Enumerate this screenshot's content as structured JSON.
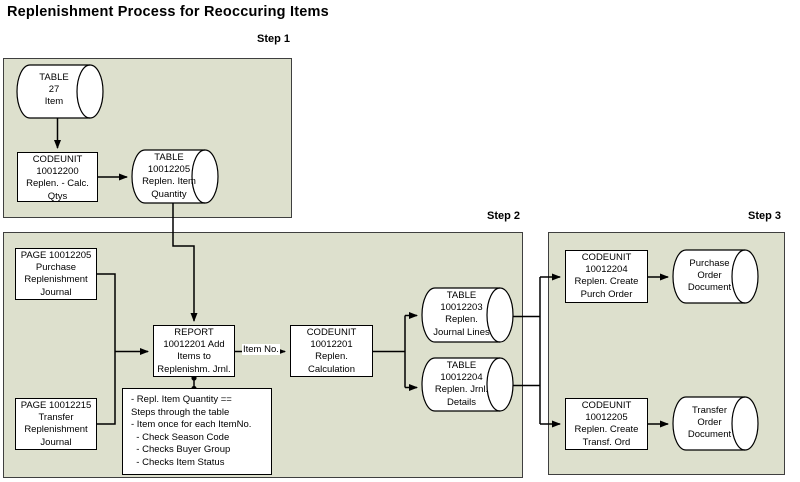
{
  "title": "Replenishment Process for Reoccuring Items",
  "groups": {
    "step1": {
      "label": "Step 1"
    },
    "step2": {
      "label": "Step 2"
    },
    "step3": {
      "label": "Step 3"
    }
  },
  "nodes": {
    "item_table": {
      "shape": "cylinder",
      "text": "TABLE\n27\nItem"
    },
    "calc_qtys": {
      "shape": "rect",
      "text": "CODEUNIT\n10012200\nReplen. - Calc.\nQtys"
    },
    "repl_item_qty": {
      "shape": "cylinder",
      "text": "TABLE\n10012205\nReplen. Item\nQuantity"
    },
    "purchase_journal": {
      "shape": "rect",
      "text": "PAGE 10012205\nPurchase\nReplenishment\nJournal"
    },
    "transfer_journal": {
      "shape": "rect",
      "text": "PAGE 10012215\nTransfer\nReplenishment\nJournal"
    },
    "report_add_items": {
      "shape": "rect",
      "text": "REPORT\n10012201 Add\nItems to\nReplenishm. Jrnl."
    },
    "replen_calculation": {
      "shape": "rect",
      "text": "CODEUNIT\n10012201\nReplen.\nCalculation"
    },
    "journal_lines": {
      "shape": "cylinder",
      "text": "TABLE\n10012203\nReplen.\nJournal Lines"
    },
    "jrnl_details": {
      "shape": "cylinder",
      "text": "TABLE\n10012204\nReplen. Jrnl.\nDetails"
    },
    "create_purch_order": {
      "shape": "rect",
      "text": "CODEUNIT\n10012204\nReplen. Create\nPurch Order"
    },
    "create_transf_order": {
      "shape": "rect",
      "text": "CODEUNIT\n10012205\nReplen. Create\nTransf. Ord"
    },
    "purchase_order_doc": {
      "shape": "cylinder",
      "text": "Purchase\nOrder\nDocument"
    },
    "transfer_order_doc": {
      "shape": "cylinder",
      "text": "Transfer\nOrder\nDocument"
    }
  },
  "labels": {
    "item_no": "Item No."
  },
  "note": {
    "text": "- Repl. Item Quantity ==\nSteps through the table\n- Item once for each ItemNo.\n  - Check Season Code\n  - Checks Buyer Group\n  - Checks Item Status"
  },
  "colors": {
    "group_fill": "#dde0cd",
    "group_border": "#3f3f3f",
    "node_fill": "#ffffff",
    "node_border": "#000000",
    "connector": "#000000"
  }
}
